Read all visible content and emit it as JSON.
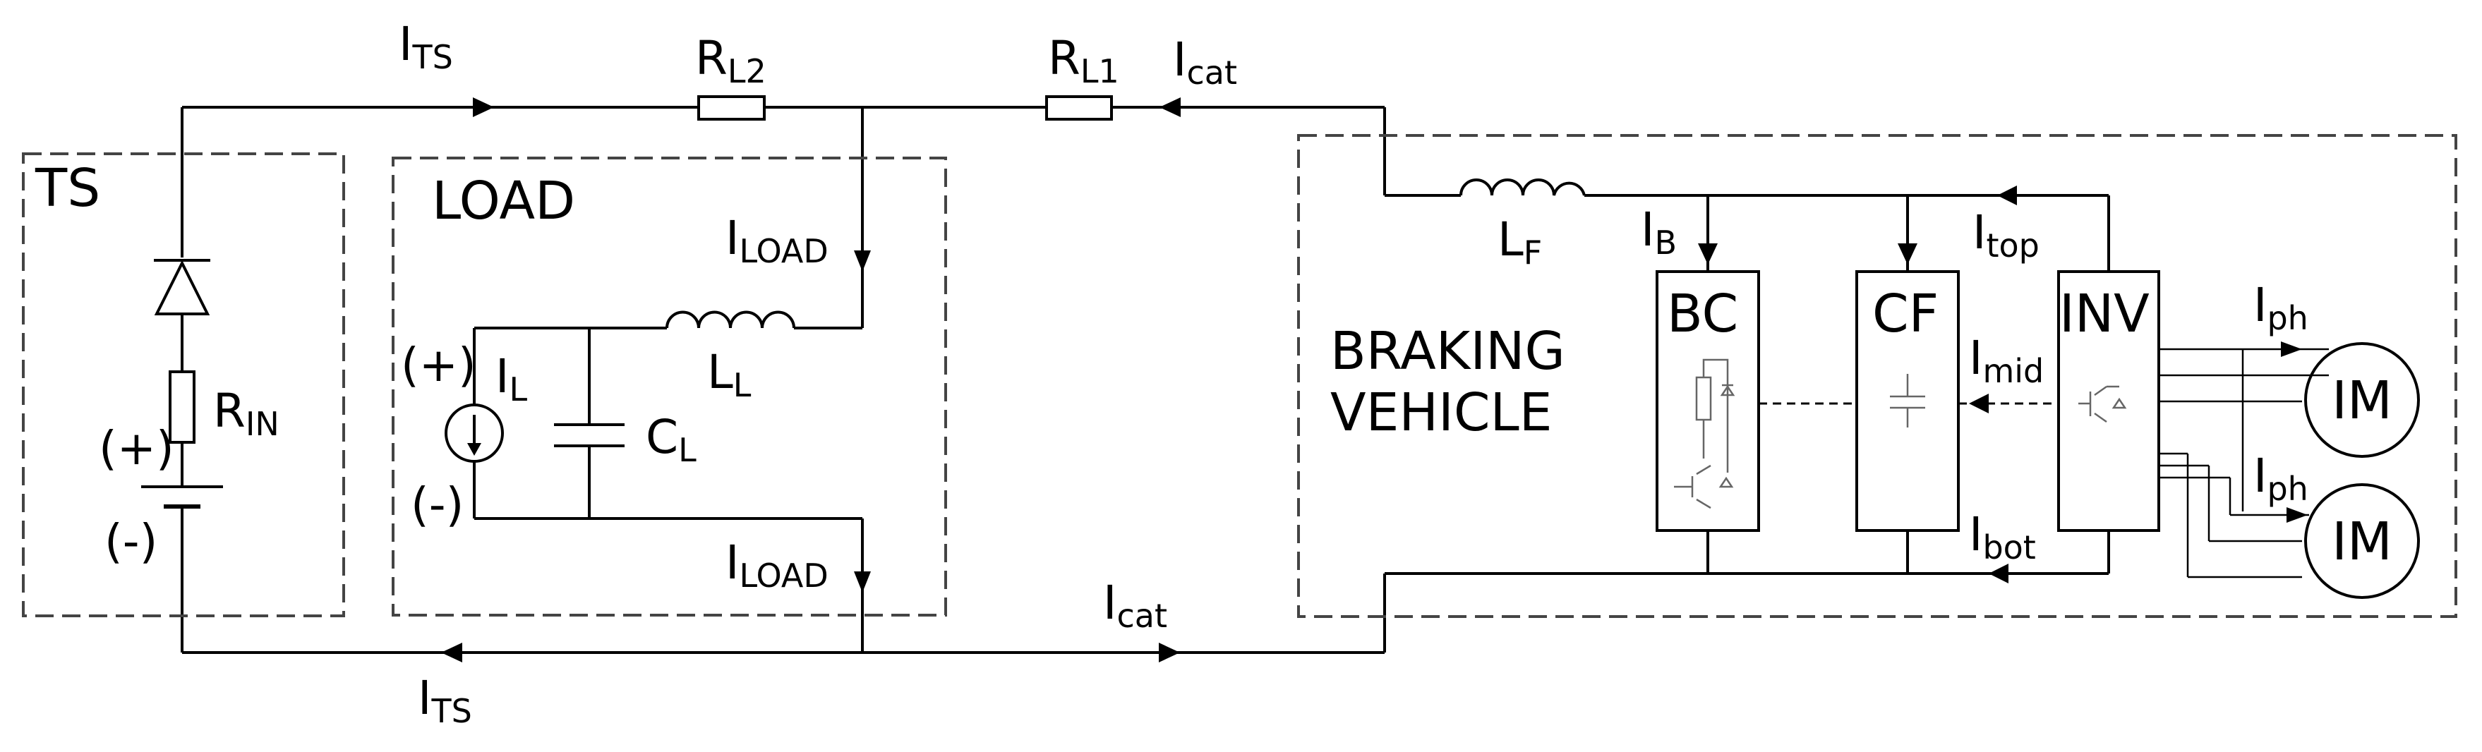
{
  "blocks": {
    "ts": "TS",
    "load": "LOAD",
    "braking_vehicle_line1": "BRAKING",
    "braking_vehicle_line2": "VEHICLE",
    "bc": "BC",
    "cf": "CF",
    "inv": "INV",
    "im_top": "IM",
    "im_bottom": "IM"
  },
  "labels": {
    "i_ts_top": {
      "main": "I",
      "sub": "TS"
    },
    "i_ts_bottom": {
      "main": "I",
      "sub": "TS"
    },
    "r_l2": {
      "main": "R",
      "sub": "L2"
    },
    "r_l1": {
      "main": "R",
      "sub": "L1"
    },
    "i_cat_top": {
      "main": "I",
      "sub": "cat"
    },
    "i_cat_bottom": {
      "main": "I",
      "sub": "cat"
    },
    "r_in": {
      "main": "R",
      "sub": "IN"
    },
    "i_load_top": {
      "main": "I",
      "sub": "LOAD"
    },
    "i_load_bottom": {
      "main": "I",
      "sub": "LOAD"
    },
    "i_l": {
      "main": "I",
      "sub": "L"
    },
    "l_l": {
      "main": "L",
      "sub": "L"
    },
    "c_l": {
      "main": "C",
      "sub": "L"
    },
    "l_f": {
      "main": "L",
      "sub": "F"
    },
    "i_b": {
      "main": "I",
      "sub": "B"
    },
    "i_top": {
      "main": "I",
      "sub": "top"
    },
    "i_mid": {
      "main": "I",
      "sub": "mid"
    },
    "i_bot": {
      "main": "I",
      "sub": "bot"
    },
    "i_ph_top": {
      "main": "I",
      "sub": "ph"
    },
    "i_ph_bottom": {
      "main": "I",
      "sub": "ph"
    }
  },
  "polarity": {
    "ts_plus": "(+)",
    "ts_minus": "(-)",
    "load_plus": "(+)",
    "load_minus": "(-)"
  }
}
